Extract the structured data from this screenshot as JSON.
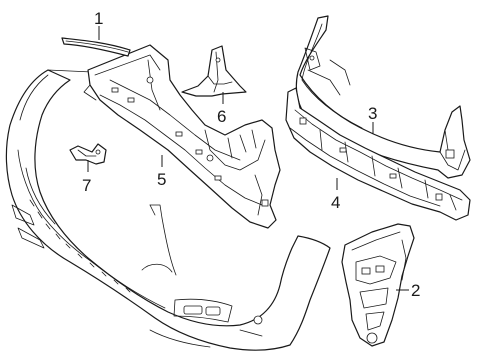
{
  "callouts": {
    "c1": "1",
    "c2": "2",
    "c3": "3",
    "c4": "4",
    "c5": "5",
    "c6": "6",
    "c7": "7"
  },
  "colors": {
    "line": "#1a1a1a",
    "background": "#ffffff"
  }
}
